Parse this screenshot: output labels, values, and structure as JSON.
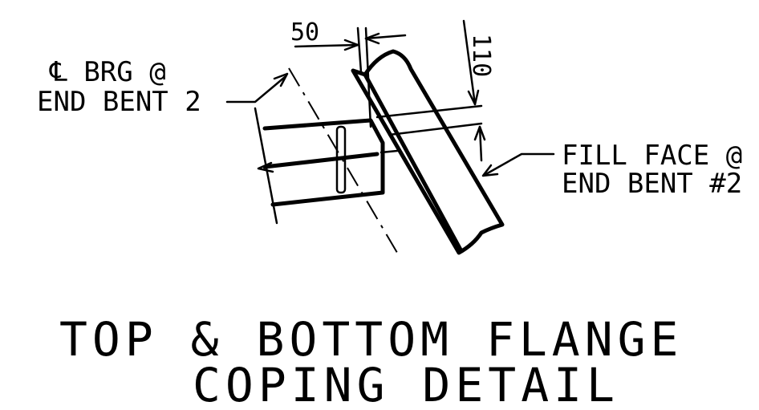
{
  "labels": {
    "cl_symbol": "℄",
    "cl_brg_rest": " BRG @",
    "end_bent_2": "END BENT 2",
    "fill_face_line1": "FILL FACE @",
    "fill_face_line2": "END BENT #2",
    "dim_50": "50",
    "dim_110": "110"
  },
  "title": {
    "line1": "TOP & BOTTOM FLANGE",
    "line2": "COPING DETAIL"
  }
}
